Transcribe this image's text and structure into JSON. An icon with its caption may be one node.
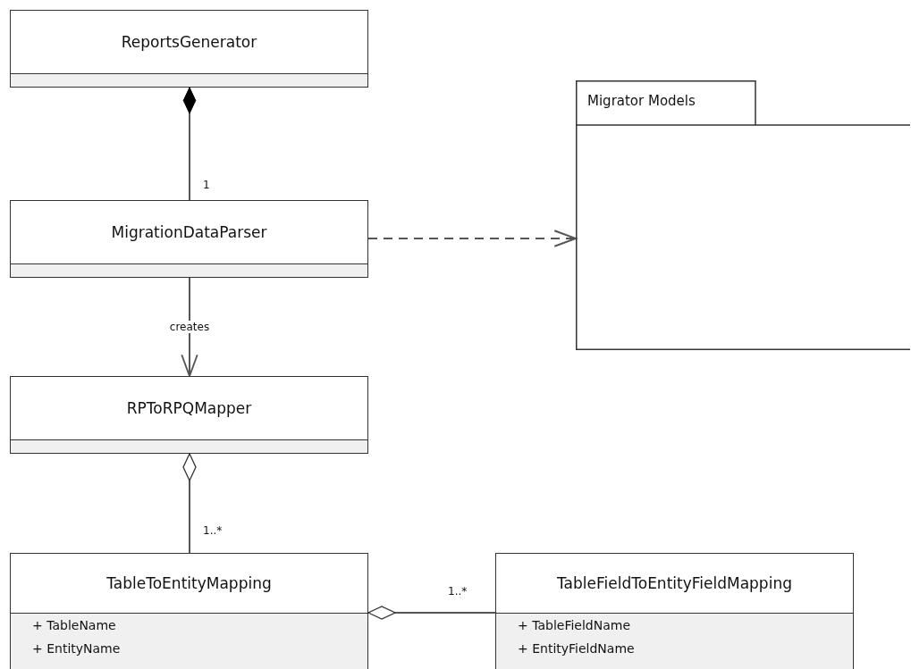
{
  "diagram": {
    "nodes": [
      {
        "text": [
          "ReportsGenerator"
        ]
      },
      {
        "text": [
          "MigrationDataParser"
        ]
      },
      {
        "text": [
          "RPToRPQMapper"
        ]
      },
      {
        "text": [
          "TableToEntityMapping",
          "+ TableName",
          "+ EntityName"
        ]
      },
      {
        "text": [
          "TableFieldToEntityFieldMapping",
          "+ TableFieldName",
          "+ EntityFieldName"
        ]
      },
      {
        "text": [
          "Migrator Models"
        ]
      }
    ],
    "edges": [
      {
        "from": 0,
        "to": 1,
        "arrow": "other",
        "label": "1"
      },
      {
        "from": 1,
        "to": 5,
        "arrow": "to",
        "style": "dashed"
      },
      {
        "from": 1,
        "to": 2,
        "arrow": "to",
        "label": "creates"
      },
      {
        "from": 2,
        "to": 3,
        "arrow": "other",
        "label": "1..*"
      },
      {
        "from": 3,
        "to": 4,
        "arrow": "other",
        "label": "1..*"
      }
    ]
  }
}
